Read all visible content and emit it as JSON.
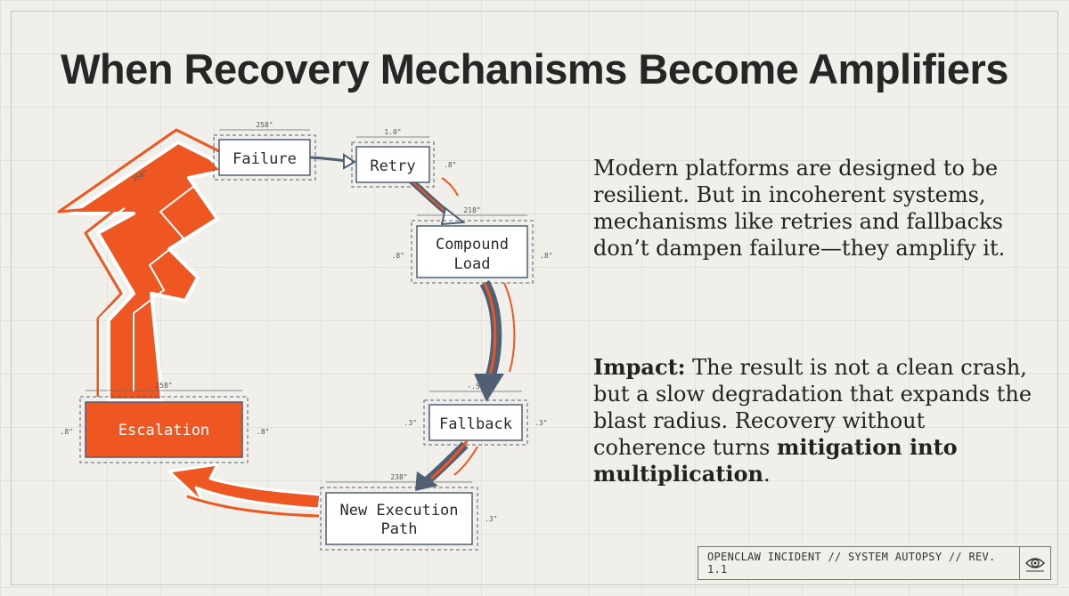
{
  "title": "When Recovery Mechanisms Become Amplifiers",
  "nodes": {
    "failure": "Failure",
    "retry": "Retry",
    "compound_load_1": "Compound",
    "compound_load_2": "Load",
    "fallback": "Fallback",
    "new_execution_1": "New Execution",
    "new_execution_2": "Path",
    "escalation": "Escalation"
  },
  "dimensions": {
    "failure_width": "258\"",
    "retry_width": "1.0\"",
    "retry_height": ".8\"",
    "compound_width": "218\"",
    "compound_height": ".8\"",
    "fallback_width": "-.5\"",
    "fallback_height": ".3\"",
    "new_execution_width": "238\"",
    "new_execution_height": ".3\"",
    "escalation_width": "258\"",
    "escalation_height": ".8\"",
    "arc_angle": "358\""
  },
  "paragraph1": "Modern platforms are designed to be resilient. But in incoherent systems, mechanisms like retries and fallbacks don’t dampen failure—they amplify it.",
  "impact_label": "Impact:",
  "impact_body": " The result is not a clean crash, but a slow degradation that expands the blast radius. Recovery without coherence turns ",
  "impact_bold": "mitigation into multiplication",
  "impact_end": ".",
  "footer": "OPENCLAW INCIDENT // SYSTEM AUTOPSY // REV. 1.1",
  "colors": {
    "accent": "#ee5622",
    "steel": "#4f5f74",
    "background": "#f1efea"
  }
}
